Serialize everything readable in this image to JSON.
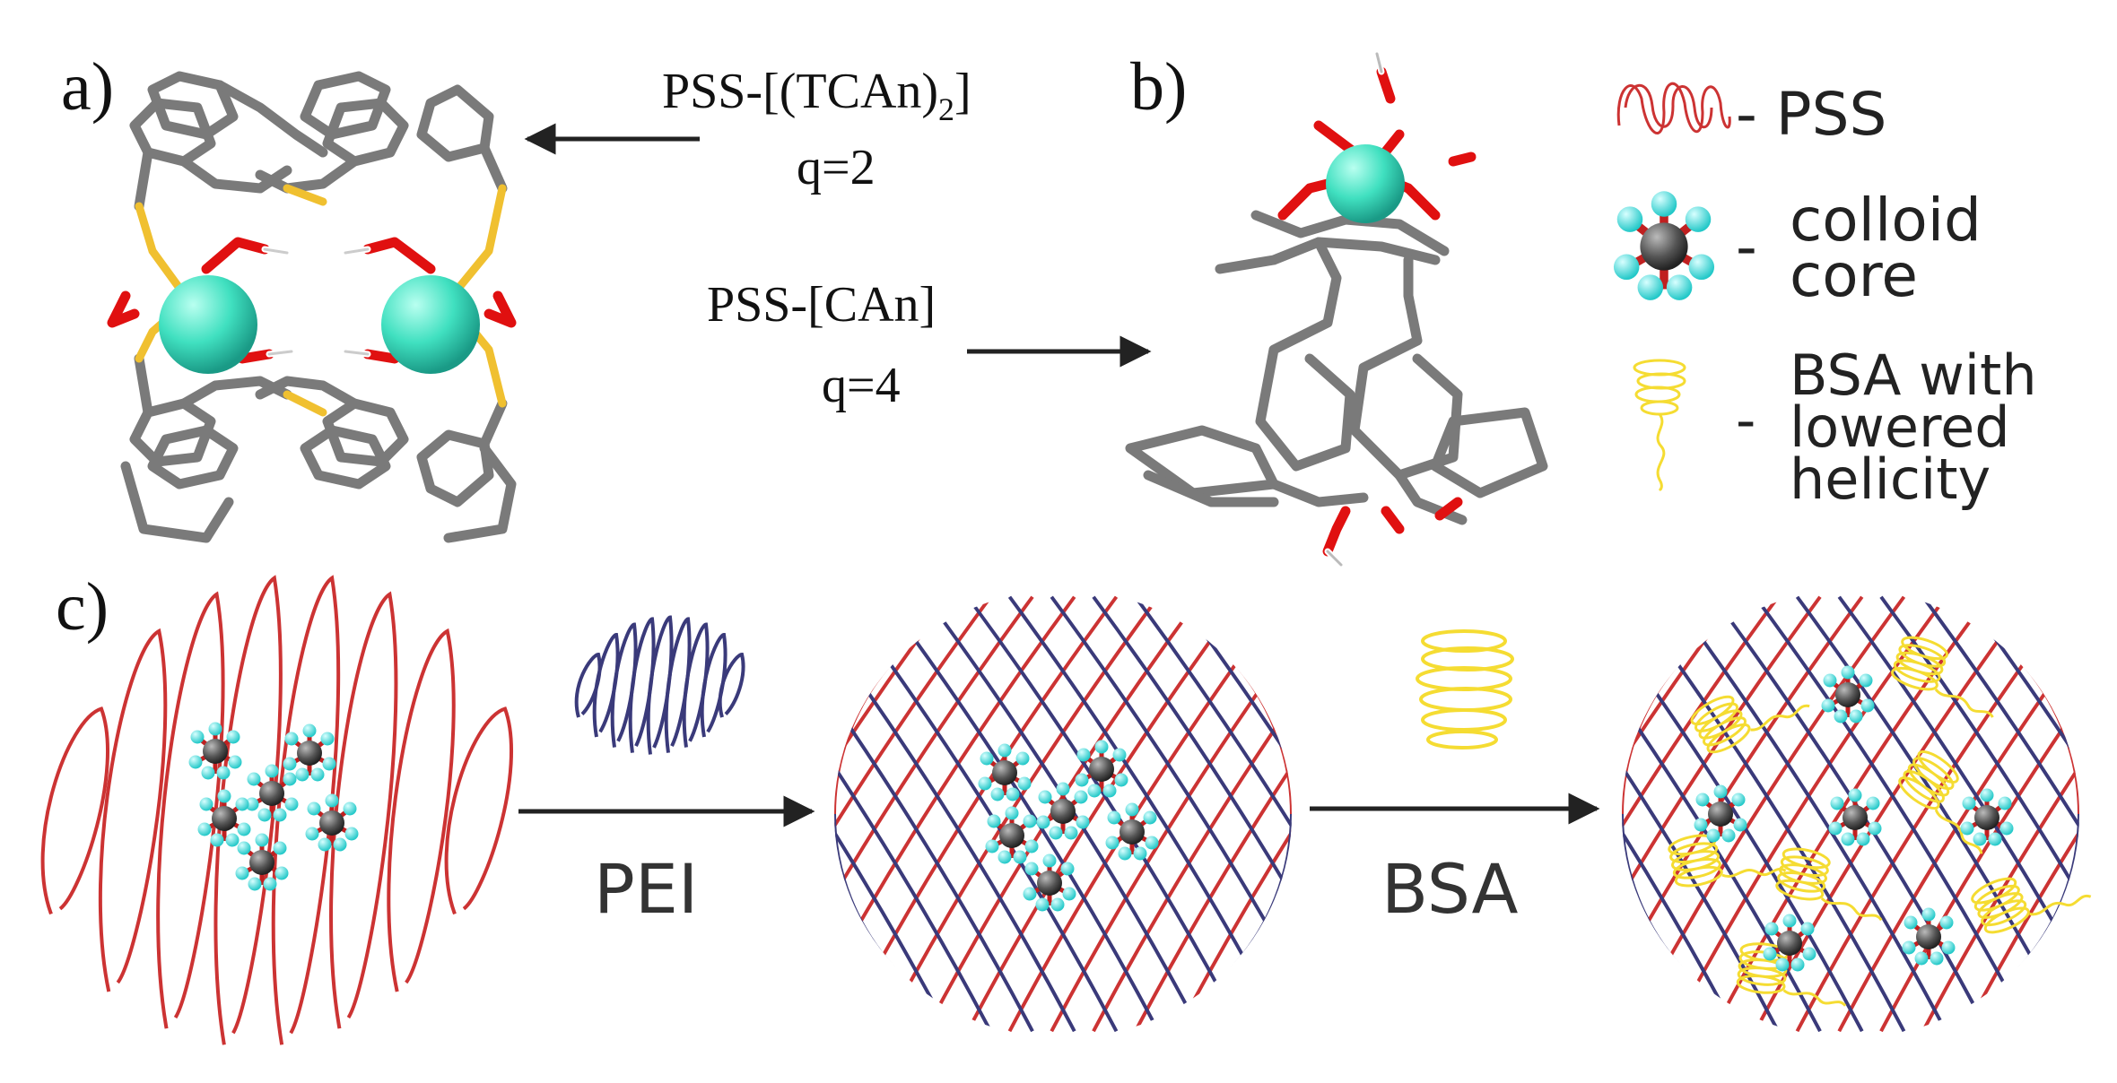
{
  "panels": {
    "a": {
      "label": "a)"
    },
    "b": {
      "label": "b)"
    },
    "c": {
      "label": "c)"
    }
  },
  "arrows": {
    "to_a": {
      "name": "PSS-[(TCAn)",
      "subscript": "2",
      "close": "]",
      "charge": "q=2"
    },
    "to_b": {
      "name": "PSS-[CAn]",
      "charge": "q=4"
    }
  },
  "legend": {
    "pss": "- PSS",
    "colloid": {
      "dash": "-",
      "line1": "colloid",
      "line2": "core"
    },
    "bsa": {
      "dash": "-",
      "line1": "BSA with",
      "line2": "lowered",
      "line3": "helicity"
    }
  },
  "steps": {
    "pei": "PEI",
    "bsa": "BSA"
  },
  "colors": {
    "pss": "#cc3333",
    "pei": "#3a3a7a",
    "bsa": "#f5dc32",
    "metal": "#40e0c0",
    "oxygen": "#e01010",
    "sulfur": "#f0c030",
    "carbon": "#8a8a8a",
    "core": "#555555",
    "core_tips": "#40e8e0"
  }
}
